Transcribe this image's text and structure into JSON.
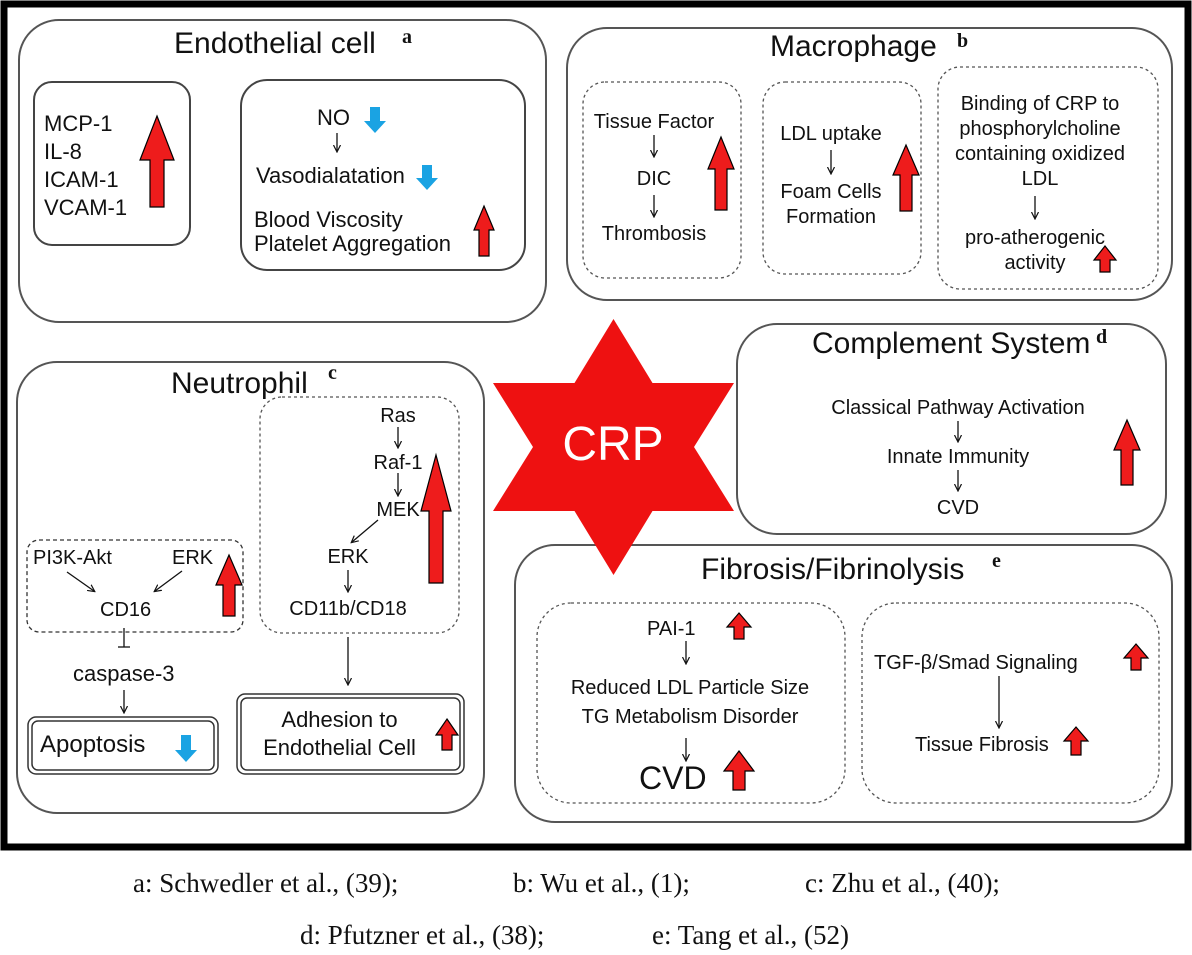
{
  "center": {
    "label": "CRP"
  },
  "endothelial": {
    "title": "Endothelial cell",
    "ref": "a",
    "markers": [
      "MCP-1",
      "IL-8",
      "ICAM-1",
      "VCAM-1"
    ],
    "no": "NO",
    "vaso": "Vasodialatation",
    "viscosity": "Blood Viscosity",
    "platelet": "Platelet Aggregation"
  },
  "macrophage": {
    "title": "Macrophage",
    "ref": "b",
    "box1": [
      "Tissue Factor",
      "DIC",
      "Thrombosis"
    ],
    "box2": {
      "uptake": "LDL uptake",
      "foam": [
        "Foam Cells",
        "Formation"
      ]
    },
    "box3": {
      "binding": [
        "Binding of CRP to",
        "phosphorylcholine",
        "containing oxidized",
        "LDL"
      ],
      "activity": [
        "pro-atherogenic",
        "activity"
      ]
    }
  },
  "complement": {
    "title": "Complement System",
    "ref": "d",
    "steps": [
      "Classical Pathway Activation",
      "Innate Immunity",
      "CVD"
    ]
  },
  "neutrophil": {
    "title": "Neutrophil",
    "ref": "c",
    "cascade": [
      "Ras",
      "Raf-1",
      "MEK",
      "ERK",
      "CD11b/CD18"
    ],
    "pi3k": "PI3K-Akt",
    "erk": "ERK",
    "cd16": "CD16",
    "caspase": "caspase-3",
    "apoptosis": "Apoptosis",
    "adhesion": [
      "Adhesion to",
      "Endothelial Cell"
    ]
  },
  "fibrosis": {
    "title": "Fibrosis/Fibrinolysis",
    "ref": "e",
    "pai": "PAI-1",
    "ldl": "Reduced LDL Particle Size",
    "tg": "TG Metabolism Disorder",
    "cvd": "CVD",
    "tgf": "TGF-β/Smad Signaling",
    "tissue": "Tissue Fibrosis"
  },
  "captions": {
    "line1": [
      "a:  Schwedler et al., (39);",
      "b:  Wu et al., (1);",
      "c:  Zhu et al., (40);"
    ],
    "line2": [
      "d:  Pfutzner et al., (38);",
      "e:  Tang et al., (52)"
    ]
  },
  "colors": {
    "up": "#ee1c1c",
    "down": "#1aa3e3",
    "star": "#ee1111"
  }
}
